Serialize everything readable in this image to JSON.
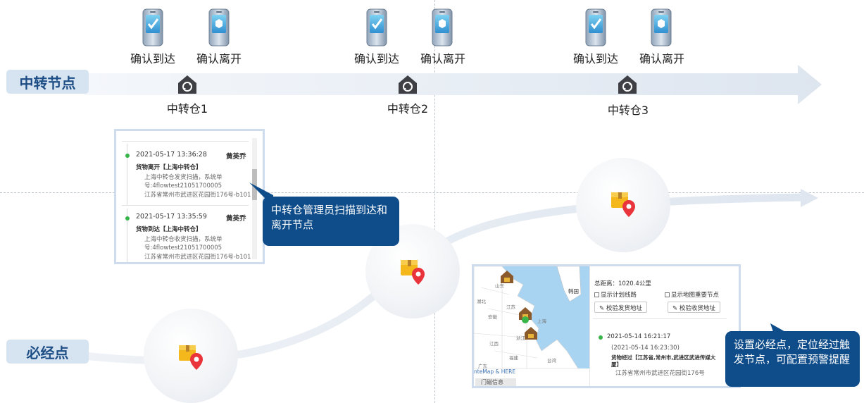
{
  "lanes": {
    "transfer": "中转节点",
    "required": "必经点"
  },
  "transfer_nodes": [
    {
      "arrive": "确认到达",
      "leave": "确认离开",
      "name": "中转仓1"
    },
    {
      "arrive": "确认到达",
      "leave": "确认离开",
      "name": "中转仓2"
    },
    {
      "arrive": "确认到达",
      "leave": "确认离开",
      "name": "中转仓3"
    }
  ],
  "log_panel": {
    "entries": [
      {
        "time": "2021-05-17 13:36:28",
        "user": "黄英乔",
        "title": "货物离开【上海中转仓】",
        "desc": "上海中转仓发货扫描，系统单号:4flowtest21051700005",
        "addr": "江苏省常州市武进区花园街176号-b101"
      },
      {
        "time": "2021-05-17 13:35:59",
        "user": "黄英乔",
        "title": "货物到达【上海中转仓】",
        "desc": "上海中转仓收货扫描，系统单号:4flowtest21051700005",
        "addr": "江苏省常州市武进区花园街176号-b101"
      }
    ]
  },
  "callout_scan": "中转仓管理员扫描到达和离开节点",
  "callout_required": "设置必经点，定位经过触发节点，可配置预警提醒",
  "map_panel": {
    "total_distance": "总距离：1020.4公里",
    "show_plan_route": "显示计划线路",
    "show_key_nodes": "显示地图重要节点",
    "verify_ship_btn": "校验发货地址",
    "verify_recv_btn": "校验收货地址",
    "entry_time": "2021-05-14 16:21:17",
    "entry_time2": "(2021-05-14 16:23:30)",
    "entry_title": "货物经过【江苏省,常州市,武进区武进传媒大厦】",
    "entry_addr": "江苏省常州市武进区花园街176号",
    "map_credit": "nteMap & HERE",
    "map_tab": "门磁信息",
    "map_country": "韩国",
    "map_cities": [
      "山东",
      "江苏",
      "安徽",
      "上海",
      "浙江",
      "福建",
      "江西",
      "湖北",
      "广东",
      "台湾"
    ]
  },
  "colors": {
    "lane_bg": "#d6e3f0",
    "lane_text": "#1e4e86",
    "callout_bg": "#0f4c8a",
    "pin": "#e8343a",
    "box": "#f5b81c",
    "dot": "#38b449"
  },
  "icons": {
    "phone_arrive": "phone-checkmark-icon",
    "phone_leave": "phone-box-icon",
    "warehouse": "warehouse-icon",
    "pin": "location-pin-icon"
  }
}
